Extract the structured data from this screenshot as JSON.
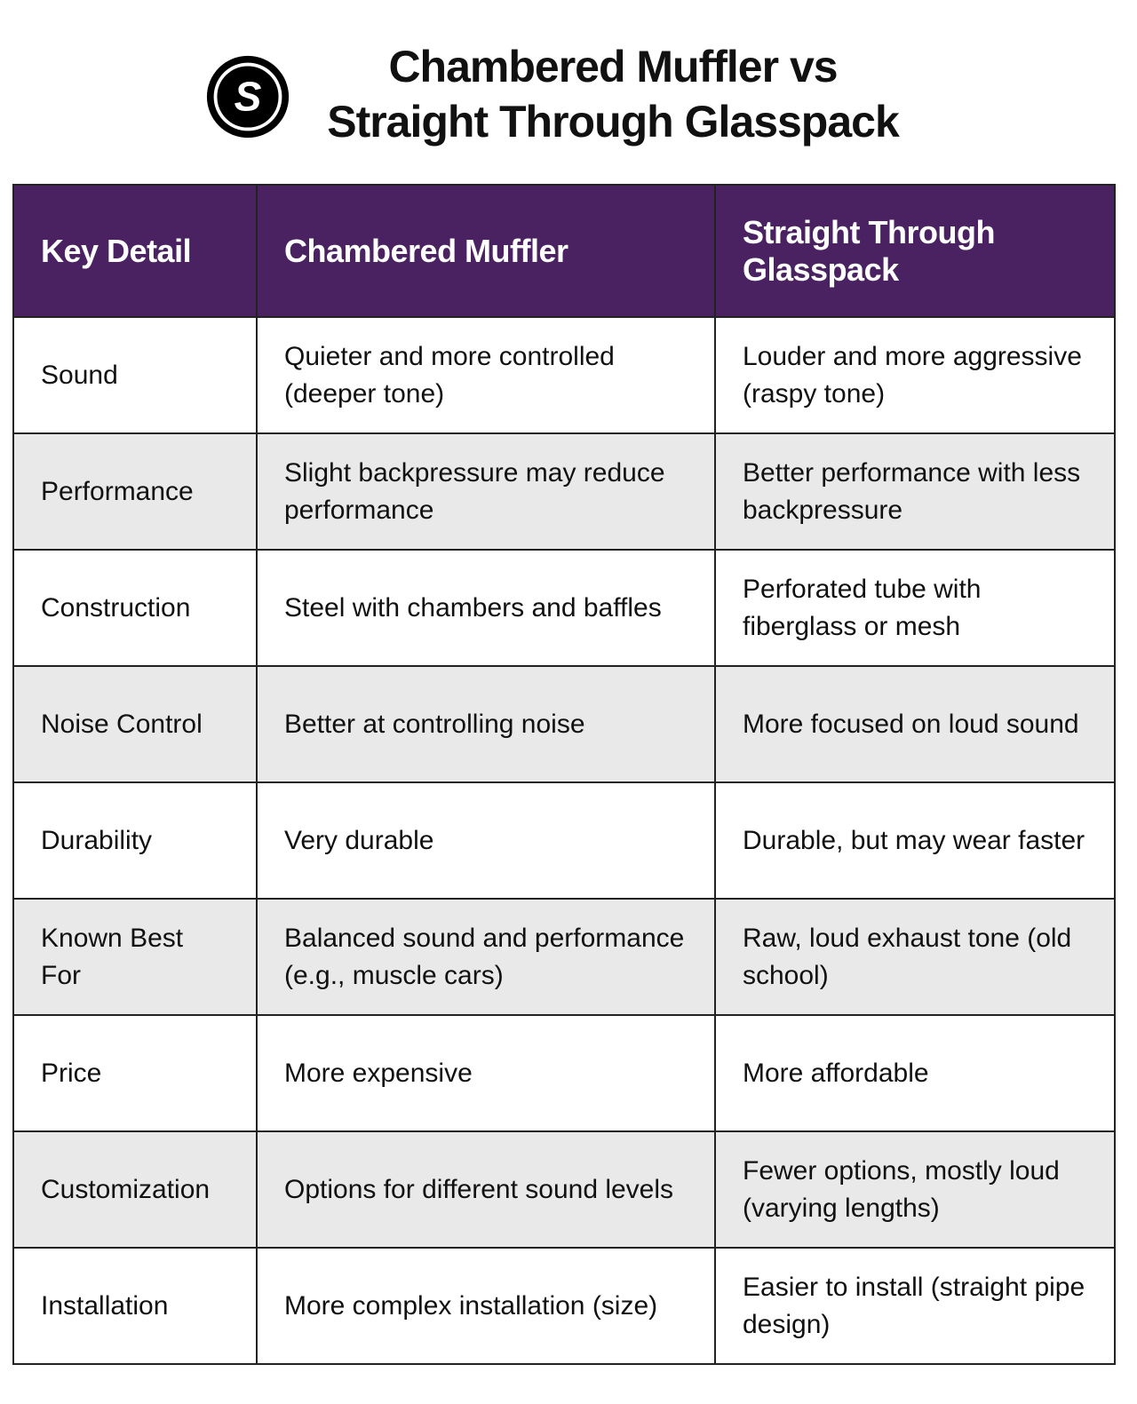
{
  "title_line1": "Chambered Muffler vs",
  "title_line2": "Straight Through Glasspack",
  "logo_text": "S",
  "colors": {
    "header_bg": "#4a2262",
    "alt_row": "#e9e9e9"
  },
  "table": {
    "headers": [
      "Key Detail",
      "Chambered Muffler",
      "Straight Through Glasspack"
    ],
    "rows": [
      [
        "Sound",
        "Quieter and more controlled (deeper tone)",
        "Louder and more aggressive (raspy tone)"
      ],
      [
        "Performance",
        "Slight backpressure may reduce performance",
        "Better performance with less backpressure"
      ],
      [
        "Construction",
        "Steel with chambers and baffles",
        "Perforated tube with fiberglass or mesh"
      ],
      [
        "Noise Control",
        "Better at controlling noise",
        "More focused on loud sound"
      ],
      [
        "Durability",
        "Very durable",
        "Durable, but may wear faster"
      ],
      [
        "Known Best For",
        "Balanced sound and performance (e.g., muscle cars)",
        "Raw, loud exhaust tone (old school)"
      ],
      [
        "Price",
        "More expensive",
        "More affordable"
      ],
      [
        "Customization",
        "Options for different sound levels",
        "Fewer options, mostly loud (varying lengths)"
      ],
      [
        "Installation",
        "More complex installation (size)",
        "Easier to install (straight pipe design)"
      ]
    ]
  }
}
